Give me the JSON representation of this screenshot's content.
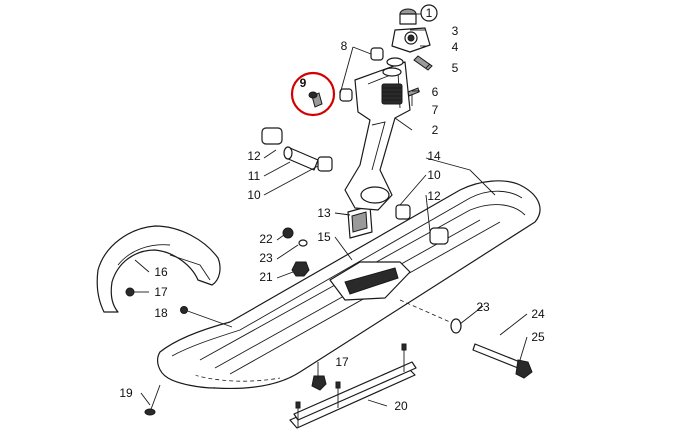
{
  "diagram": {
    "highlight_color": "#d40000",
    "highlighted_part": "9",
    "callouts": [
      {
        "id": "c1",
        "label": "1"
      },
      {
        "id": "c2",
        "label": "2"
      },
      {
        "id": "c3",
        "label": "3"
      },
      {
        "id": "c4",
        "label": "4"
      },
      {
        "id": "c5",
        "label": "5"
      },
      {
        "id": "c6",
        "label": "6"
      },
      {
        "id": "c7",
        "label": "7"
      },
      {
        "id": "c8",
        "label": "8"
      },
      {
        "id": "c9",
        "label": "9"
      },
      {
        "id": "c10a",
        "label": "10"
      },
      {
        "id": "c10b",
        "label": "10"
      },
      {
        "id": "c11",
        "label": "11"
      },
      {
        "id": "c12a",
        "label": "12"
      },
      {
        "id": "c12b",
        "label": "12"
      },
      {
        "id": "c13",
        "label": "13"
      },
      {
        "id": "c14",
        "label": "14"
      },
      {
        "id": "c15",
        "label": "15"
      },
      {
        "id": "c16",
        "label": "16"
      },
      {
        "id": "c17a",
        "label": "17"
      },
      {
        "id": "c17b",
        "label": "17"
      },
      {
        "id": "c18",
        "label": "18"
      },
      {
        "id": "c19",
        "label": "19"
      },
      {
        "id": "c20",
        "label": "20"
      },
      {
        "id": "c21",
        "label": "21"
      },
      {
        "id": "c22",
        "label": "22"
      },
      {
        "id": "c23a",
        "label": "23"
      },
      {
        "id": "c23b",
        "label": "23"
      },
      {
        "id": "c24",
        "label": "24"
      },
      {
        "id": "c25",
        "label": "25"
      }
    ]
  }
}
